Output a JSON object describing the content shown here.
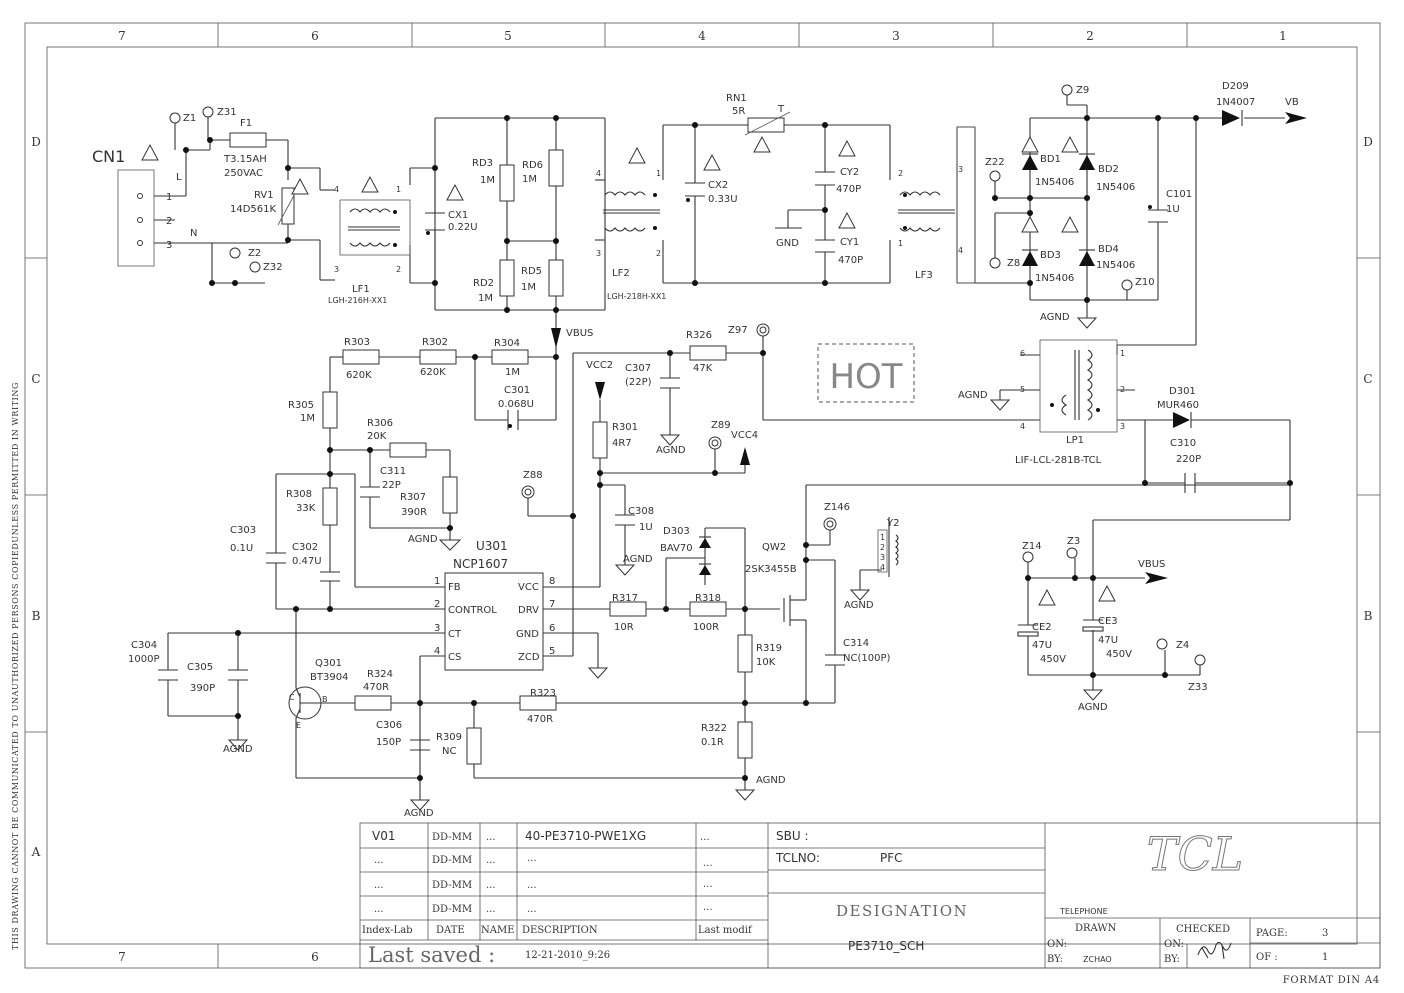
{
  "border": {
    "columns": [
      "7",
      "6",
      "5",
      "4",
      "3",
      "2",
      "1"
    ],
    "rows": [
      "D",
      "C",
      "B",
      "A"
    ],
    "side_text": "THIS DRAWING CANNOT BE COMMUNICATED TO UNAUTHORIZED PERSONS COPIEDUNLESS  PERMITTED IN WRITING",
    "format": "FORMAT DIN A4"
  },
  "components": {
    "CN1": "CN1",
    "cn_pins": [
      "1",
      "2",
      "3"
    ],
    "L": "L",
    "N": "N",
    "Z1": "Z1",
    "Z31": "Z31",
    "Z2": "Z2",
    "Z32": "Z32",
    "F1": "F1",
    "F1_val": "T3.15AH",
    "F1_val2": "250VAC",
    "RV1": "RV1",
    "RV1_val": "14D561K",
    "LF1": "LF1",
    "LF1_val": "LGH-216H-XX1",
    "LF1_pins": [
      "4",
      "1",
      "3",
      "2"
    ],
    "CX1": "CX1",
    "CX1_val": "0.22U",
    "RD3": "RD3",
    "RD3_val": "1M",
    "RD6": "RD6",
    "RD6_val": "1M",
    "RD2": "RD2",
    "RD2_val": "1M",
    "RD5": "RD5",
    "RD5_val": "1M",
    "LF2": "LF2",
    "LF2_val": "LGH-218H-XX1",
    "LF2_pins": [
      "4",
      "1",
      "3",
      "2"
    ],
    "RN1": "RN1",
    "RN1_val": "5R",
    "RN1_T": "T",
    "CX2": "CX2",
    "CX2_val": "0.33U",
    "GND": "GND",
    "CY2": "CY2",
    "CY2_val": "470P",
    "CY1": "CY1",
    "CY1_val": "470P",
    "LF3": "LF3",
    "LF3_pins": [
      "2",
      "3",
      "1",
      "4"
    ],
    "Z9": "Z9",
    "Z22": "Z22",
    "Z8": "Z8",
    "Z10": "Z10",
    "BD1": "BD1",
    "BD2": "BD2",
    "BD3": "BD3",
    "BD4": "BD4",
    "BD_val": "1N5406",
    "D209": "D209",
    "D209_val": "1N4007",
    "VB": "VB",
    "C101": "C101",
    "C101_val": "1U",
    "AGND": "AGND",
    "VBUS": "VBUS",
    "R303": "R303",
    "R303_val": "620K",
    "R302": "R302",
    "R302_val": "620K",
    "R304": "R304",
    "R304_val": "1M",
    "C301": "C301",
    "C301_val": "0.068U",
    "R305": "R305",
    "R305_val": "1M",
    "R306": "R306",
    "R306_val": "20K",
    "C311": "C311",
    "C311_val": "22P",
    "R307": "R307",
    "R307_val": "390R",
    "R308": "R308",
    "R308_val": "33K",
    "C303": "C303",
    "C303_val": "0.1U",
    "C302": "C302",
    "C302_val": "0.47U",
    "U301": "U301",
    "U301_val": "NCP1607",
    "u_pins_left": [
      {
        "n": "1",
        "name": "FB"
      },
      {
        "n": "2",
        "name": "CONTROL"
      },
      {
        "n": "3",
        "name": "CT"
      },
      {
        "n": "4",
        "name": "CS"
      }
    ],
    "u_pins_right": [
      {
        "n": "8",
        "name": "VCC"
      },
      {
        "n": "7",
        "name": "DRV"
      },
      {
        "n": "6",
        "name": "GND"
      },
      {
        "n": "5",
        "name": "ZCD"
      }
    ],
    "VCC2": "VCC2",
    "R326": "R326",
    "R326_val": "47K",
    "Z97": "Z97",
    "C307": "C307",
    "C307_val": "(22P)",
    "R301": "R301",
    "R301_val": "4R7",
    "Z89": "Z89",
    "VCC4": "VCC4",
    "Z88": "Z88",
    "C308": "C308",
    "C308_val": "1U",
    "D303": "D303",
    "D303_val": "BAV70",
    "QW2": "QW2",
    "QW2_val": "2SK3455B",
    "Z146": "Z146",
    "Y2": "Y2",
    "y_pins": [
      "1",
      "2",
      "3",
      "4"
    ],
    "R317": "R317",
    "R317_val": "10R",
    "R318": "R318",
    "R318_val": "100R",
    "R319": "R319",
    "R319_val": "10K",
    "C314": "C314",
    "C314_val": "NC(100P)",
    "R322": "R322",
    "R322_val": "0.1R",
    "C304": "C304",
    "C304_val": "1000P",
    "C305": "C305",
    "C305_val": "390P",
    "Q301": "Q301",
    "Q301_val": "BT3904",
    "q_pins": [
      "C",
      "B",
      "E"
    ],
    "R324": "R324",
    "R324_val": "470R",
    "C306": "C306",
    "C306_val": "150P",
    "R309": "R309",
    "R309_val": "NC",
    "R323": "R323",
    "R323_val": "470R",
    "HOT": "HOT",
    "LP1": "LP1",
    "LP1_val": "LIF-LCL-281B-TCL",
    "lp_pins": [
      "6",
      "5",
      "4",
      "1",
      "2",
      "3"
    ],
    "D301": "D301",
    "D301_val": "MUR460",
    "C310": "C310",
    "C310_val": "220P",
    "Z14": "Z14",
    "Z3": "Z3",
    "Z4": "Z4",
    "Z33": "Z33",
    "CE2": "CE2",
    "CE2_val": "47U",
    "CE2_val2": "450V",
    "CE3": "CE3",
    "CE3_val": "47U",
    "CE3_val2": "450V"
  },
  "title_block": {
    "rows": [
      {
        "ver": "V01",
        "date": "DD-MM",
        "name": "...",
        "desc": "40-PE3710-PWE1XG",
        "mod": "..."
      },
      {
        "ver": "...",
        "date": "DD-MM",
        "name": "...",
        "desc": "...",
        "mod": "..."
      },
      {
        "ver": "...",
        "date": "DD-MM",
        "name": "...",
        "desc": "...",
        "mod": "..."
      },
      {
        "ver": "...",
        "date": "DD-MM",
        "name": "...",
        "desc": "...",
        "mod": "..."
      }
    ],
    "headers": {
      "ver": "Index-Lab",
      "date": "DATE",
      "name": "NAME",
      "desc": "DESCRIPTION",
      "mod": "Last modif"
    },
    "last_saved_label": "Last saved :",
    "last_saved_value": "12-21-2010_9:26",
    "sbu": "SBU :",
    "tclno_label": "TCLNO:",
    "tclno_value": "PFC",
    "designation": "DESIGNATION",
    "designation_value": "PE3710_SCH",
    "logo": "TCL",
    "telephone": "TELEPHONE",
    "drawn": "DRAWN",
    "checked": "CHECKED",
    "on": "ON:",
    "by": "BY:",
    "drawn_by": "ZCHAO",
    "page_label": "PAGE:",
    "page_value": "3",
    "of_label": "OF :",
    "of_value": "1"
  }
}
